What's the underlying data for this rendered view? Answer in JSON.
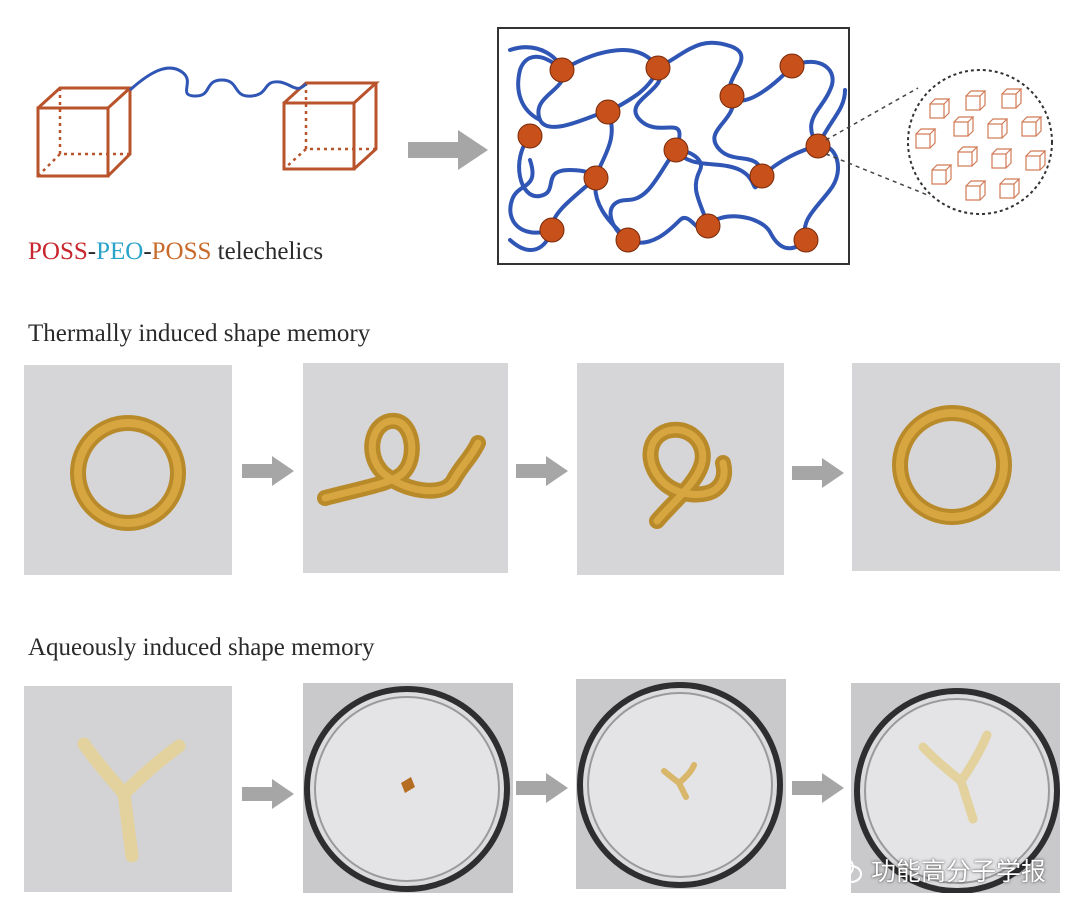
{
  "telechelic_label": {
    "part1": "POSS",
    "sep1": "-",
    "part2": "PEO",
    "sep2": "-",
    "part3": "POSS",
    "part4": " telechelics"
  },
  "rows": {
    "thermal": {
      "title": "Thermally induced shape memory"
    },
    "aqueous": {
      "title": "Aqueously induced shape memory"
    }
  },
  "watermark": {
    "text": "功能高分子学报"
  },
  "colors": {
    "cube": "#b8532b",
    "chain": "#2f55b5",
    "bead": "#c8501a",
    "arrow": "#a6a6a6",
    "poss_red": "#c8262d",
    "peo_cyan": "#2aa3c9",
    "poss_orange": "#c86a2a"
  },
  "icons": [
    "poss-cube-icon",
    "arrow-right-icon",
    "wechat-icon"
  ]
}
